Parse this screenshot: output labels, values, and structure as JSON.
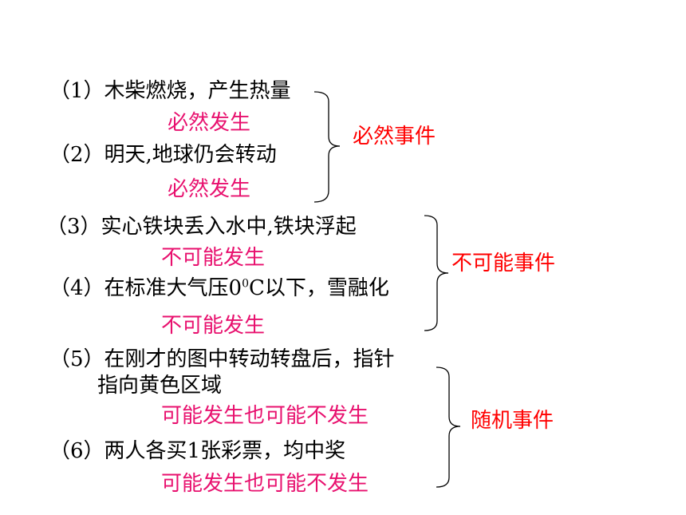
{
  "items": [
    {
      "number": "（1）",
      "text": "木柴燃烧，产生热量",
      "answer": "必然发生"
    },
    {
      "number": "（2）",
      "text": "明天,地球仍会转动",
      "answer": "必然发生"
    },
    {
      "number": "（3）",
      "text": "实心铁块丢入水中,铁块浮起",
      "answer": "不可能发生"
    },
    {
      "number": "（4）",
      "text_before_sup": "在标准大气压0",
      "sup": "0",
      "text_after_sup": "C以下，雪融化",
      "answer": "不可能发生"
    },
    {
      "number": "（5）",
      "text": "在刚才的图中转动转盘后，指针",
      "text_line2": "指向黄色区域",
      "answer": "可能发生也可能不发生"
    },
    {
      "number": "（6）",
      "text": "两人各买1张彩票，均中奖",
      "answer": "可能发生也可能不发生"
    }
  ],
  "categories": {
    "certain": "必然事件",
    "impossible": "不可能事件",
    "random": "随机事件"
  },
  "colors": {
    "answer": "#e8106e",
    "category": "#ff0000",
    "text": "#000000"
  }
}
